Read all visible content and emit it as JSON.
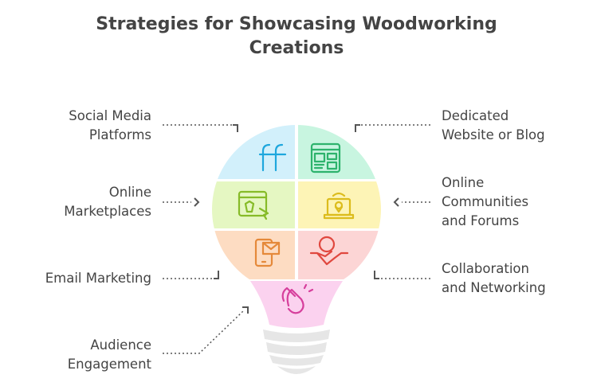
{
  "title": [
    "Strategies for Showcasing Woodworking",
    "Creations"
  ],
  "left": [
    {
      "lines": [
        "Social Media",
        "Platforms"
      ],
      "icon": "ff-social-icon",
      "color": "#1ea7dd",
      "fill": "#d2f0fb"
    },
    {
      "lines": [
        "Online",
        "Marketplaces"
      ],
      "icon": "browser-cursor-icon",
      "color": "#86bb28",
      "fill": "#e5f7c2"
    },
    {
      "lines": [
        "Email Marketing"
      ],
      "icon": "phone-mail-icon",
      "color": "#e5893a",
      "fill": "#fddcc2"
    }
  ],
  "right": [
    {
      "lines": [
        "Dedicated",
        "Website or Blog"
      ],
      "icon": "website-layout-icon",
      "color": "#2db36c",
      "fill": "#c8f5e0"
    },
    {
      "lines": [
        "Online",
        "Communities",
        "and Forums"
      ],
      "icon": "laptop-location-icon",
      "color": "#dcbc1c",
      "fill": "#fdf4b6"
    },
    {
      "lines": [
        "Collaboration",
        "and Networking"
      ],
      "icon": "handshake-globe-icon",
      "color": "#e0483f",
      "fill": "#fcd5d5"
    }
  ],
  "bottom": {
    "lines": [
      "Audience",
      "Engagement"
    ],
    "icon": "clapping-hands-icon",
    "color": "#d63f9c",
    "fill": "#fbd2ef"
  }
}
